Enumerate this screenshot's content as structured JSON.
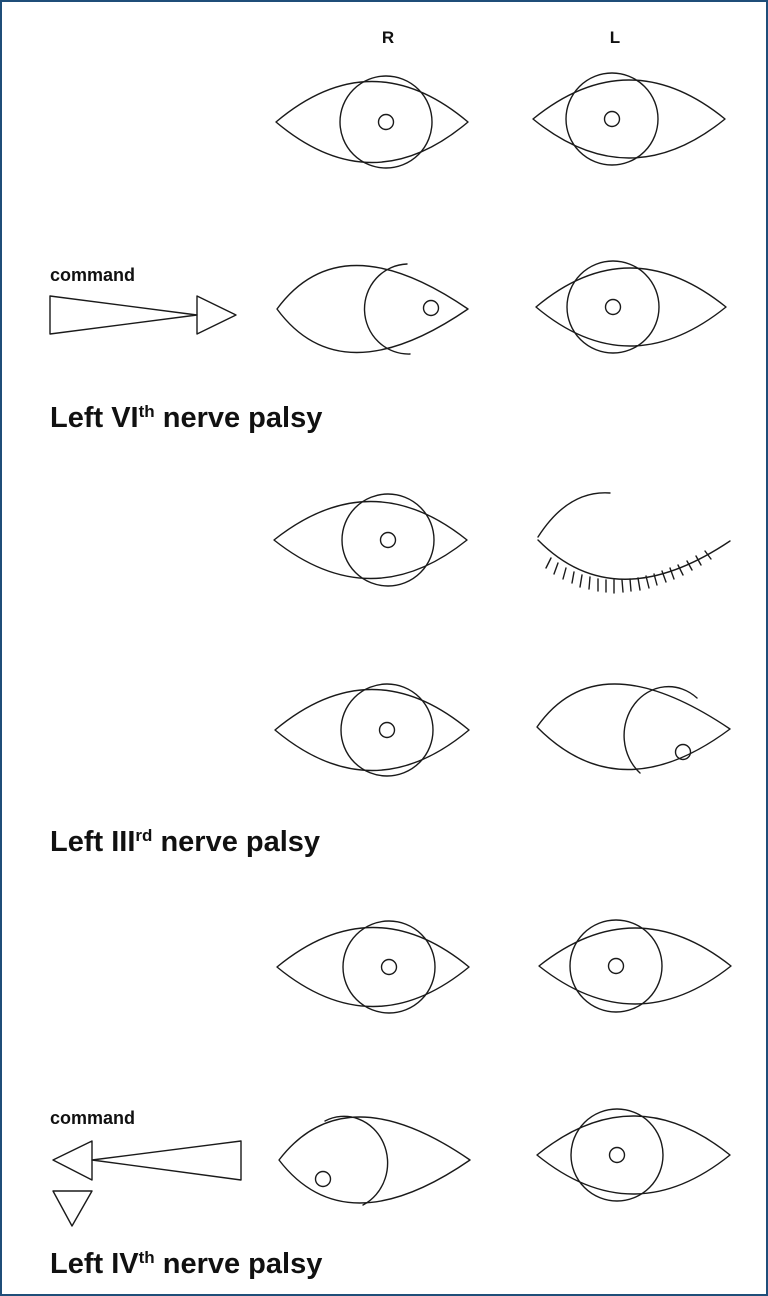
{
  "columns": {
    "right": "R",
    "left": "L"
  },
  "sections": [
    {
      "title": {
        "main": "Left VI",
        "superscript": "th",
        "rest": " nerve palsy"
      },
      "command_label": "command",
      "rows": [
        {
          "right": {
            "gaze": "primary"
          },
          "left": {
            "gaze": "primary"
          }
        },
        {
          "right": {
            "gaze": "right"
          },
          "left": {
            "gaze": "primary"
          }
        }
      ]
    },
    {
      "title": {
        "main": "Left III",
        "superscript": "rd",
        "rest": " nerve palsy"
      },
      "rows": [
        {
          "right": {
            "gaze": "primary"
          },
          "left": {
            "state": "closed-ptosis"
          }
        },
        {
          "right": {
            "gaze": "primary"
          },
          "left": {
            "gaze": "down-and-out"
          }
        }
      ]
    },
    {
      "title": {
        "main": "Left IV",
        "superscript": "th",
        "rest": " nerve palsy"
      },
      "command_label": "command",
      "rows": [
        {
          "right": {
            "gaze": "primary"
          },
          "left": {
            "gaze": "primary"
          }
        },
        {
          "right": {
            "gaze": "left-and-down"
          },
          "left": {
            "gaze": "primary"
          }
        }
      ]
    }
  ],
  "colors": {
    "border": "#1f4e79",
    "ink": "#1a1a1a",
    "background": "#ffffff"
  }
}
